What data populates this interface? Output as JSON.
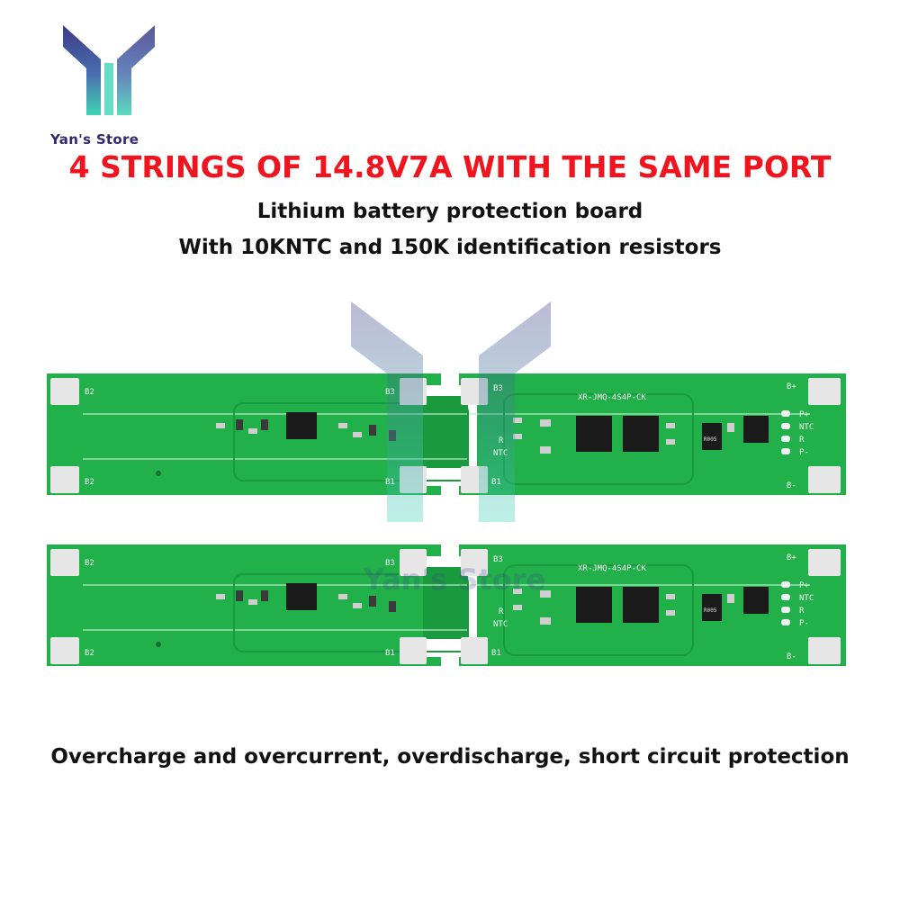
{
  "brand": {
    "store_name": "Yan's Store",
    "logo_colors": {
      "top": "#3d3a86",
      "bottom": "#3fd4b4"
    }
  },
  "headline": "4 STRINGS OF 14.8V7A WITH THE SAME PORT",
  "subtitle_1": "Lithium battery protection board",
  "subtitle_2": "With 10KNTC and 150K identification resistors",
  "footer_text": "Overcharge and overcurrent, overdischarge, short circuit protection",
  "board": {
    "model": "XR-JMQ-4S4P-CK",
    "resistor_code": "R005",
    "pad_labels": {
      "b2_top": "B2",
      "b2_bottom": "B2",
      "b3_left": "B3",
      "b3_right": "B3",
      "b1_left": "B1",
      "b1_right": "B1",
      "b_plus": "B+",
      "b_minus": "B-"
    },
    "port_labels": {
      "p_plus": "P+",
      "ntc": "NTC",
      "r": "R",
      "p_minus": "P-"
    },
    "inner_labels": {
      "r": "R",
      "ntc": "NTC"
    },
    "colors": {
      "pcb": "#22b04a",
      "pcb_dark": "#1a9a3e",
      "pad": "#e6e6e6",
      "chip": "#1b1b1b"
    }
  },
  "watermark": {
    "text": "Yan's Store"
  }
}
